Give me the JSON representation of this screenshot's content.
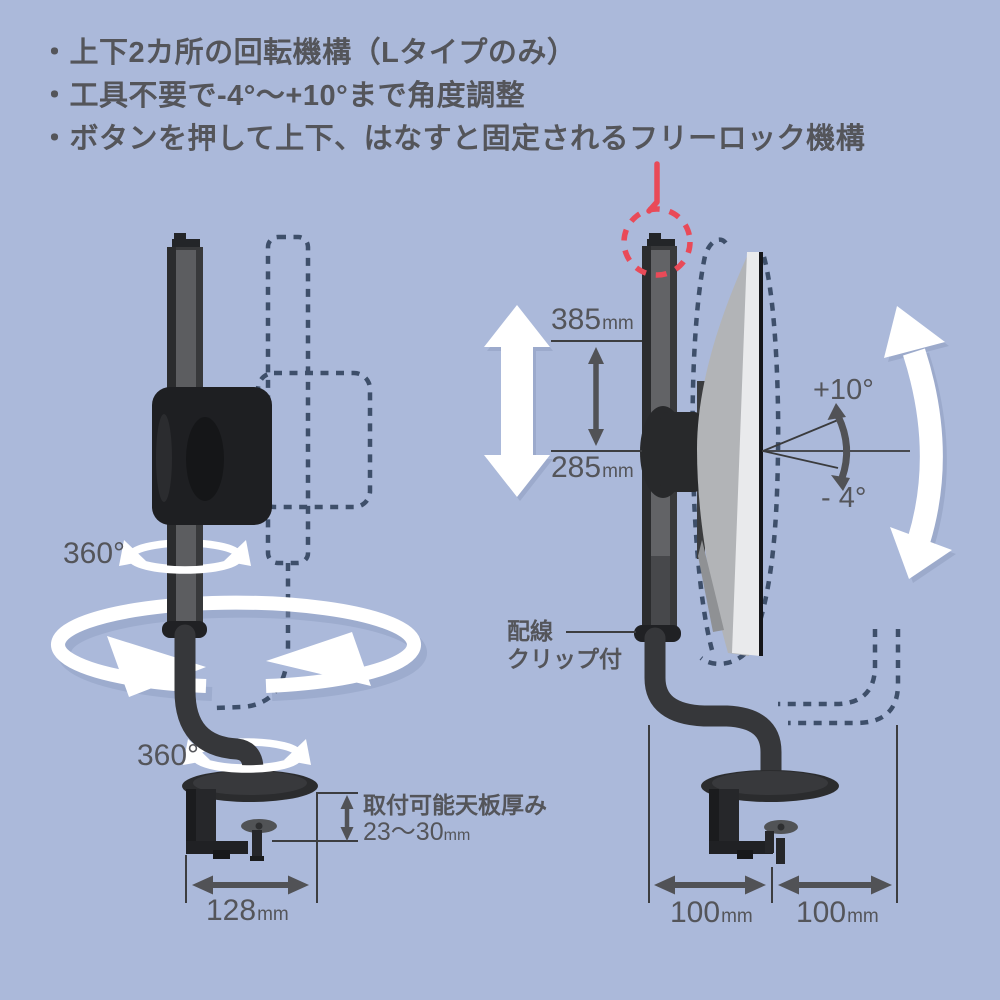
{
  "colors": {
    "background": "#abb9da",
    "ink_text": "#54555a",
    "thin_line": "#3c3d40",
    "arrow_gray": "#515256",
    "dashed_outline": "#3e4f6a",
    "highlight_red": "#e94a58",
    "arrow_white": "#ffffff",
    "hardware_dark": "#1e1f22",
    "monitor_gray": "#b2b4b7"
  },
  "bullets": [
    "・上下2カ所の回転機構（Lタイプのみ）",
    "・工具不要で-4°～+10°まで角度調整",
    "・ボタンを押して上下、はなすと固定されるフリーロック機構"
  ],
  "left_diagram": {
    "rotation_upper": "360°",
    "rotation_lower": "360°",
    "base_width_value": "128",
    "base_width_unit": "mm",
    "desk_thickness_title": "取付可能天板厚み",
    "desk_thickness_value": "23〜30",
    "desk_thickness_unit": "mm"
  },
  "right_diagram": {
    "height_upper_value": "385",
    "height_upper_unit": "mm",
    "height_lower_value": "285",
    "height_lower_unit": "mm",
    "tilt_up": "+10°",
    "tilt_down": "- 4°",
    "cable_clip_line1": "配線",
    "cable_clip_line2": "クリップ付",
    "arm_span_left_value": "100",
    "arm_span_left_unit": "mm",
    "arm_span_right_value": "100",
    "arm_span_right_unit": "mm"
  }
}
